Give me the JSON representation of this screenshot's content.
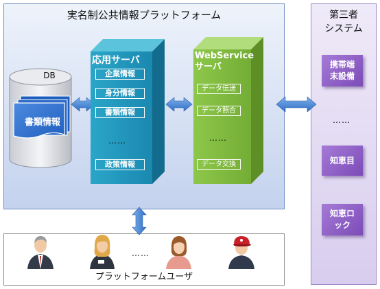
{
  "platform": {
    "title": "実名制公共情報プラットフォーム"
  },
  "database": {
    "label": "DB",
    "documents_label": "書類情報"
  },
  "app_server": {
    "title": "応用サーバ",
    "items": [
      "企業情報",
      "身分情報",
      "書類情報",
      "政策情報"
    ],
    "ellipsis": "……"
  },
  "web_service": {
    "title_line1": "WebService",
    "title_line2": "サーバ",
    "items": [
      "データ伝送",
      "データ照合",
      "データ交換"
    ],
    "ellipsis": "……"
  },
  "third_party": {
    "title_line1": "第三者",
    "title_line2": "システム",
    "systems": [
      {
        "line1": "携帯端",
        "line2": "末設備"
      },
      {
        "line1": "知恵目",
        "line2": ""
      },
      {
        "line1": "知恵ロ",
        "line2": "ック"
      }
    ],
    "ellipsis": "……"
  },
  "users": {
    "caption": "プラットフォームユーザ",
    "ellipsis": "……"
  },
  "colors": {
    "app_server": "#1f93bb",
    "web_service": "#7fb93f",
    "third_party": "#8a5bc4",
    "arrow": "#3f7fd0"
  }
}
